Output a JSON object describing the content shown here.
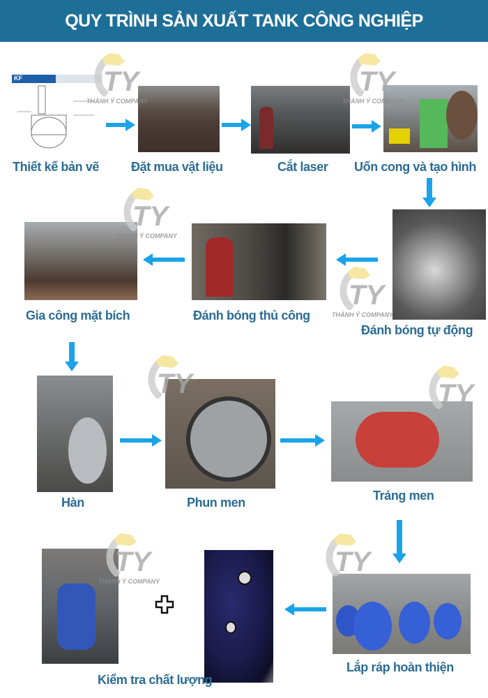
{
  "header": {
    "title": "QUY TRÌNH SẢN XUẤT TANK CÔNG NGHIỆP"
  },
  "watermark": {
    "logo": "TY",
    "text": "THÀNH Ý COMPANY"
  },
  "drawing": {
    "badge": "KF"
  },
  "steps": [
    {
      "label": "Thiết kế bản vẽ"
    },
    {
      "label": "Đặt mua vật liệu"
    },
    {
      "label": "Cắt laser"
    },
    {
      "label": "Uốn cong và tạo hình"
    },
    {
      "label": "Đánh bóng tự động"
    },
    {
      "label": "Đánh bóng thủ công"
    },
    {
      "label": "Gia công mặt bích"
    },
    {
      "label": "Hàn"
    },
    {
      "label": "Phun men"
    },
    {
      "label": "Tráng men"
    },
    {
      "label": "Lắp ráp hoàn thiện"
    },
    {
      "label": "Kiểm tra chất lượng"
    }
  ],
  "colors": {
    "header": "#1e6f98",
    "label": "#2b6c93",
    "arrow": "#1aa3e8"
  }
}
